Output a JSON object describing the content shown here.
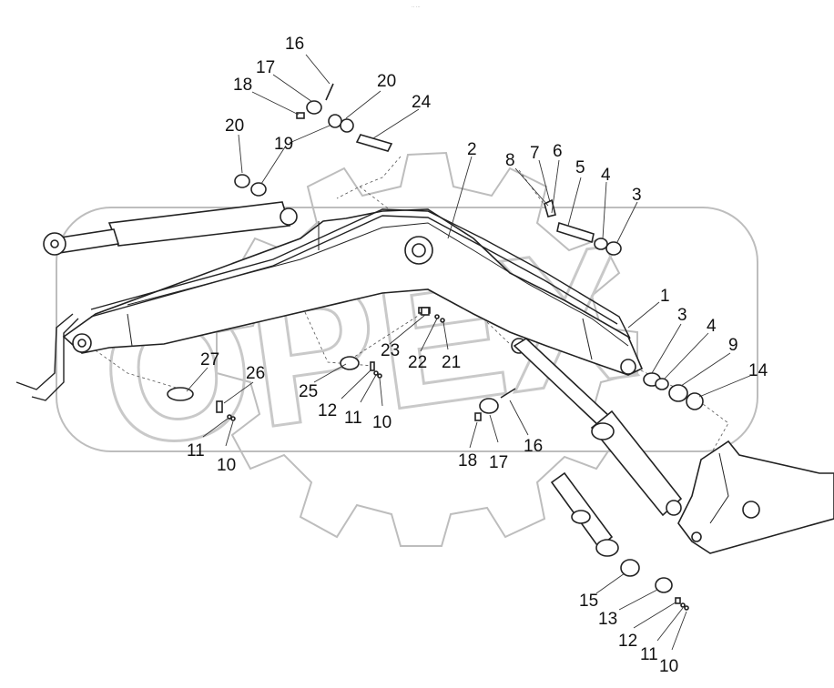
{
  "watermark": {
    "text": "OPEX"
  },
  "header_mark": "·· ···",
  "callouts": [
    {
      "id": "c16a",
      "label": "16"
    },
    {
      "id": "c17a",
      "label": "17"
    },
    {
      "id": "c18a",
      "label": "18"
    },
    {
      "id": "c20a",
      "label": "20"
    },
    {
      "id": "c24",
      "label": "24"
    },
    {
      "id": "c20b",
      "label": "20"
    },
    {
      "id": "c19",
      "label": "19"
    },
    {
      "id": "c2",
      "label": "2"
    },
    {
      "id": "c8",
      "label": "8"
    },
    {
      "id": "c7",
      "label": "7"
    },
    {
      "id": "c6",
      "label": "6"
    },
    {
      "id": "c5",
      "label": "5"
    },
    {
      "id": "c4a",
      "label": "4"
    },
    {
      "id": "c3a",
      "label": "3"
    },
    {
      "id": "c1",
      "label": "1"
    },
    {
      "id": "c3b",
      "label": "3"
    },
    {
      "id": "c4b",
      "label": "4"
    },
    {
      "id": "c9",
      "label": "9"
    },
    {
      "id": "c14",
      "label": "14"
    },
    {
      "id": "c27",
      "label": "27"
    },
    {
      "id": "c26",
      "label": "26"
    },
    {
      "id": "c23",
      "label": "23"
    },
    {
      "id": "c22",
      "label": "22"
    },
    {
      "id": "c21",
      "label": "21"
    },
    {
      "id": "c25",
      "label": "25"
    },
    {
      "id": "c12a",
      "label": "12"
    },
    {
      "id": "c11a",
      "label": "11"
    },
    {
      "id": "c10a",
      "label": "10"
    },
    {
      "id": "c11b",
      "label": "11"
    },
    {
      "id": "c10b",
      "label": "10"
    },
    {
      "id": "c18b",
      "label": "18"
    },
    {
      "id": "c17b",
      "label": "17"
    },
    {
      "id": "c16b",
      "label": "16"
    },
    {
      "id": "c15",
      "label": "15"
    },
    {
      "id": "c13",
      "label": "13"
    },
    {
      "id": "c12b",
      "label": "12"
    },
    {
      "id": "c11c",
      "label": "11"
    },
    {
      "id": "c10c",
      "label": "10"
    }
  ]
}
